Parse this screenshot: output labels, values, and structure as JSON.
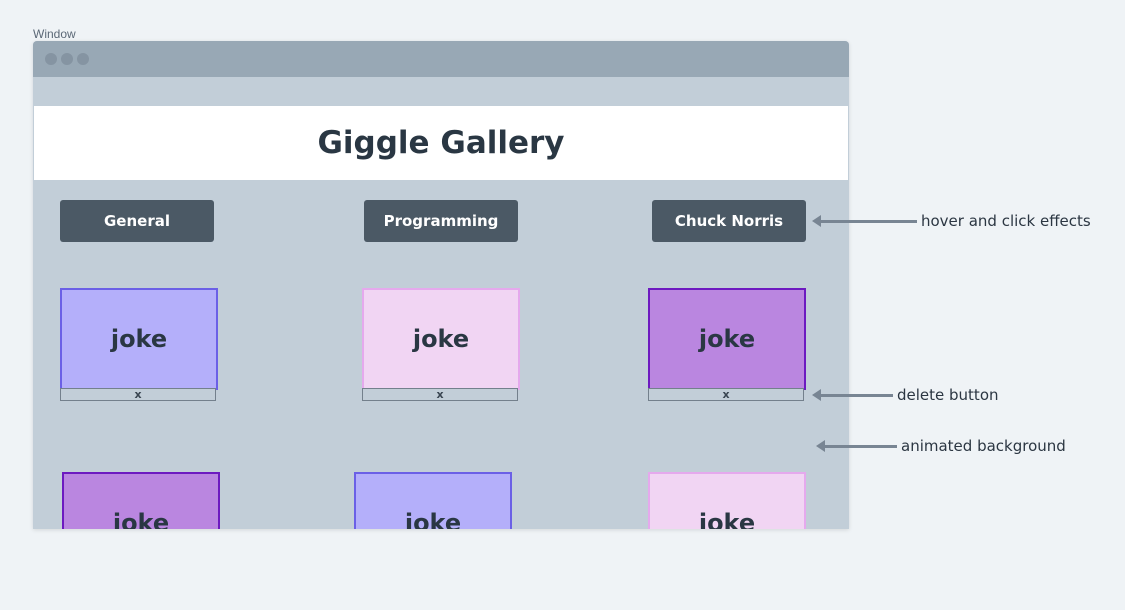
{
  "window_label": "Window",
  "app": {
    "title": "Giggle Gallery"
  },
  "categories": [
    "General",
    "Programming",
    "Chuck Norris"
  ],
  "jokes": {
    "row1": [
      "joke",
      "joke",
      "joke"
    ],
    "row2": [
      "joke",
      "joke",
      "joke"
    ]
  },
  "delete_label": "x",
  "annotations": {
    "hover": "hover and click effects",
    "delete": "delete button",
    "background": "animated background"
  },
  "colors": {
    "card_blue": "#b4affa",
    "card_pink": "#f1d5f3",
    "card_purple": "#ba86e0",
    "button": "#4b5965",
    "window_bg": "#c2ced8"
  }
}
